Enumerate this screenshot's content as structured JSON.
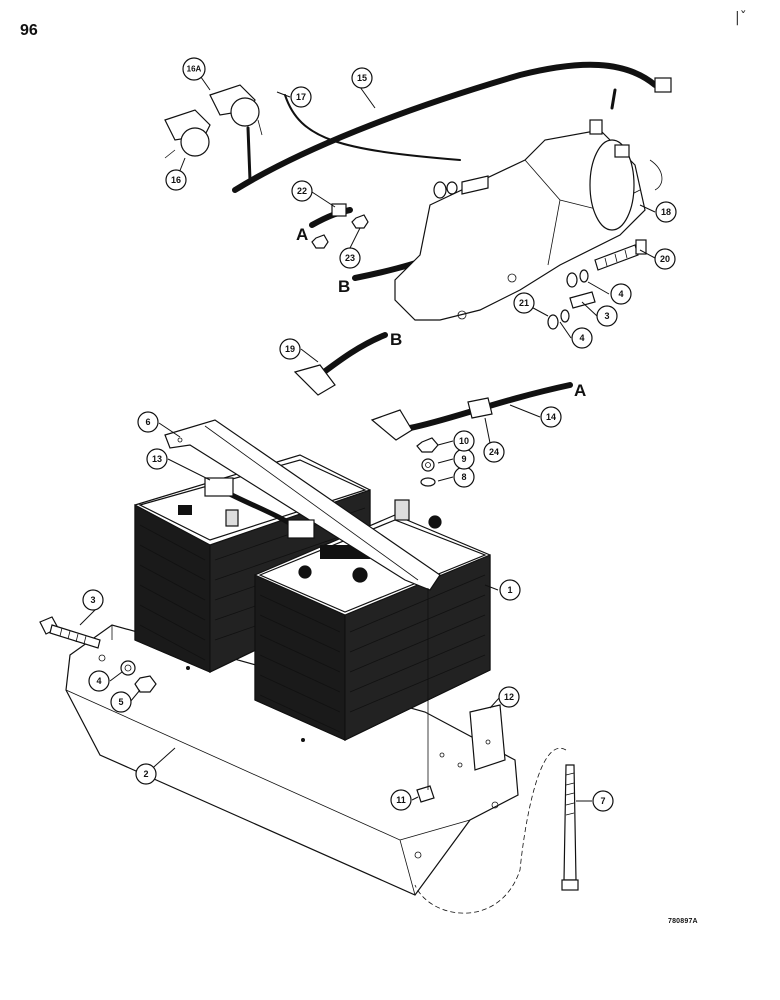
{
  "page": {
    "number": "96",
    "figure_code": "780897A",
    "corner_mark": "|ˇ"
  },
  "connectors": {
    "a": "A",
    "b": "B"
  },
  "callouts": [
    "1",
    "2",
    "3",
    "3",
    "4",
    "4",
    "4",
    "5",
    "6",
    "7",
    "8",
    "9",
    "10",
    "11",
    "12",
    "13",
    "14",
    "15",
    "16",
    "16A",
    "17",
    "18",
    "19",
    "20",
    "21",
    "22",
    "23",
    "24"
  ]
}
